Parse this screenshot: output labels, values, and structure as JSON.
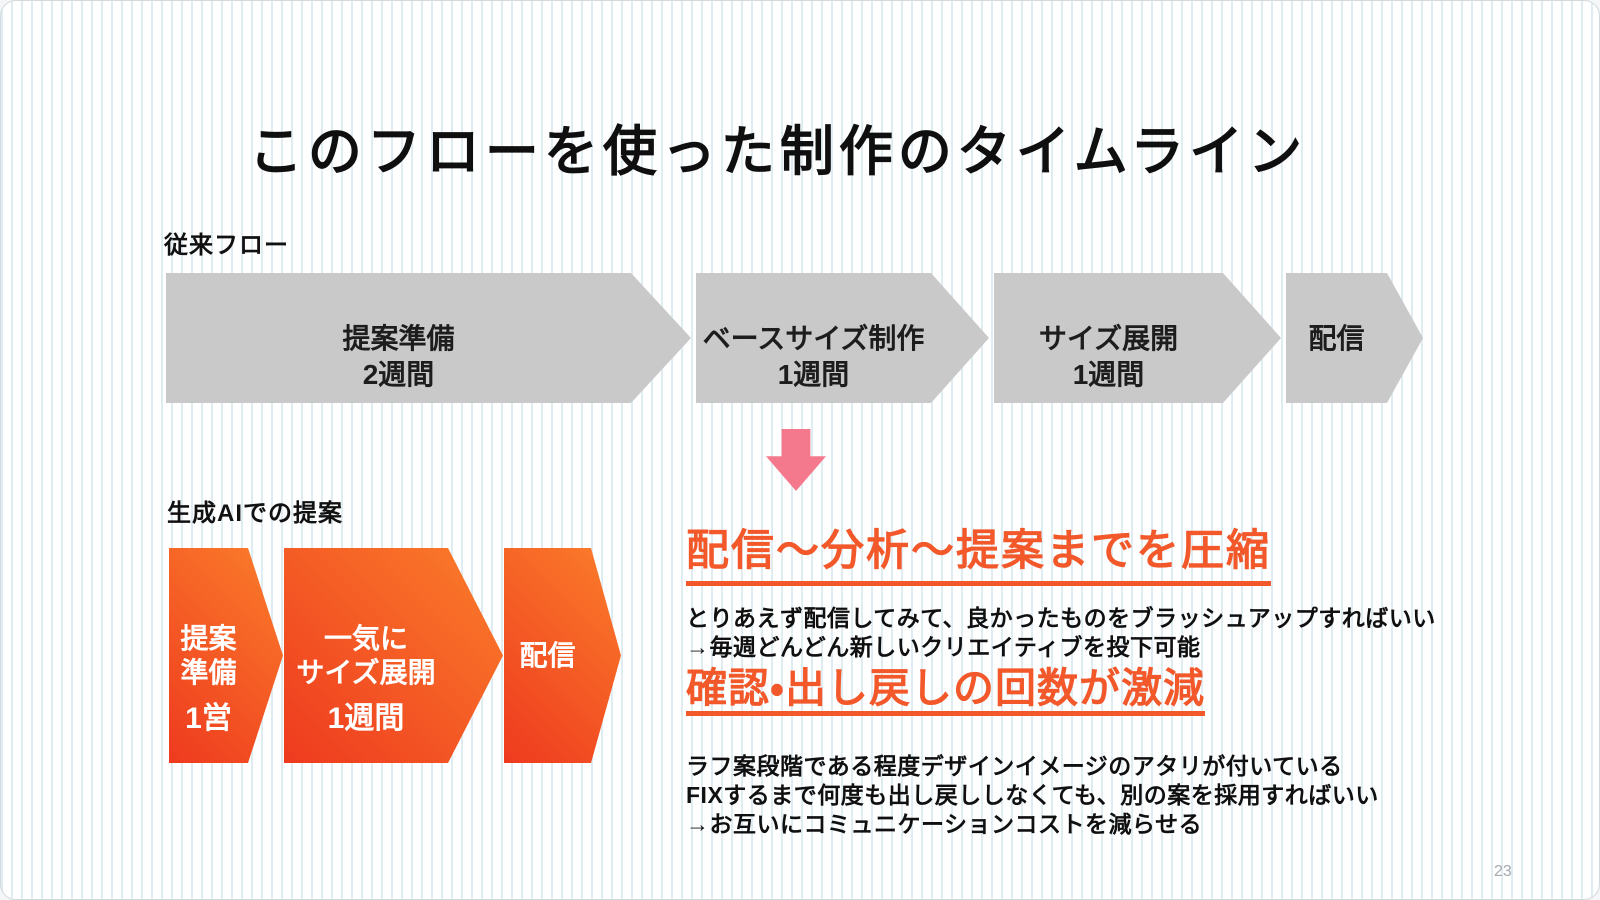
{
  "title": "このフローを使った制作のタイムライン",
  "page_number": "23",
  "colors": {
    "accent_orange": "#f2582a",
    "arrow_gray": "#c9c9c9",
    "ai_arrow_gradient_start": "#ee3a1f",
    "ai_arrow_gradient_end": "#fb7e2b",
    "pink_arrow": "#f5798c",
    "stripe": "#dfecf2"
  },
  "legacy_flow": {
    "label": "従来フロー",
    "steps": [
      {
        "name": "提案準備",
        "duration": "2週間"
      },
      {
        "name": "ベースサイズ制作",
        "duration": "1週間"
      },
      {
        "name": "サイズ展開",
        "duration": "1週間"
      },
      {
        "name": "配信"
      }
    ]
  },
  "ai_flow": {
    "label": "生成AIでの提案",
    "steps": [
      {
        "line1": "提案",
        "line2": "準備",
        "duration": "1営"
      },
      {
        "line1": "一気に",
        "line2": "サイズ展開",
        "duration": "1週間"
      },
      {
        "line1": "配信"
      }
    ]
  },
  "benefits": [
    {
      "heading": "配信〜分析〜提案までを圧縮",
      "lines": [
        "とりあえず配信してみて、良かったものをブラッシュアップすればいい",
        "→毎週どんどん新しいクリエイティブを投下可能"
      ]
    },
    {
      "heading": "確認・出し戻しの回数が激減",
      "lines": [
        "ラフ案段階である程度デザインイメージのアタリが付いている",
        "FIXするまで何度も出し戻ししなくても、別の案を採用すればいい",
        "→お互いにコミュニケーションコストを減らせる"
      ]
    }
  ]
}
